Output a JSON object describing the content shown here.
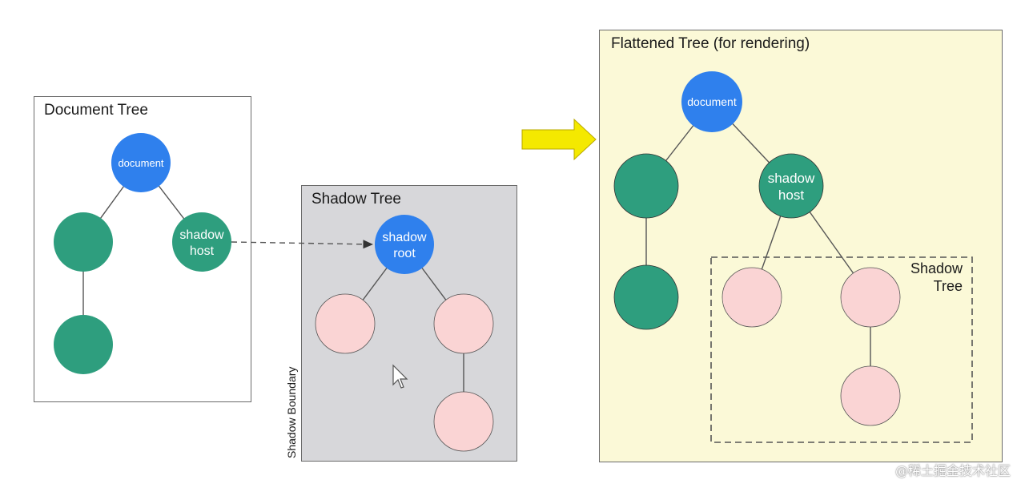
{
  "document_tree": {
    "title": "Document Tree",
    "root_label": "document",
    "host_label": [
      "shadow",
      "host"
    ]
  },
  "shadow_tree": {
    "title": "Shadow Tree",
    "root_label": [
      "shadow",
      "root"
    ],
    "boundary_label": "Shadow Boundary"
  },
  "flattened_tree": {
    "title": "Flattened Tree (for rendering)",
    "root_label": "document",
    "host_label": [
      "shadow",
      "host"
    ],
    "inner_shadow_title": [
      "Shadow",
      "Tree"
    ]
  },
  "colors": {
    "document_node": "#2f80ed",
    "light_dom_node": "#2e9e7e",
    "shadow_node": "#fad4d4",
    "arrow": "#f4e900"
  },
  "icons": [
    "mouse-cursor-icon",
    "right-arrow-icon"
  ],
  "watermark": "@稀土掘金技术社区"
}
